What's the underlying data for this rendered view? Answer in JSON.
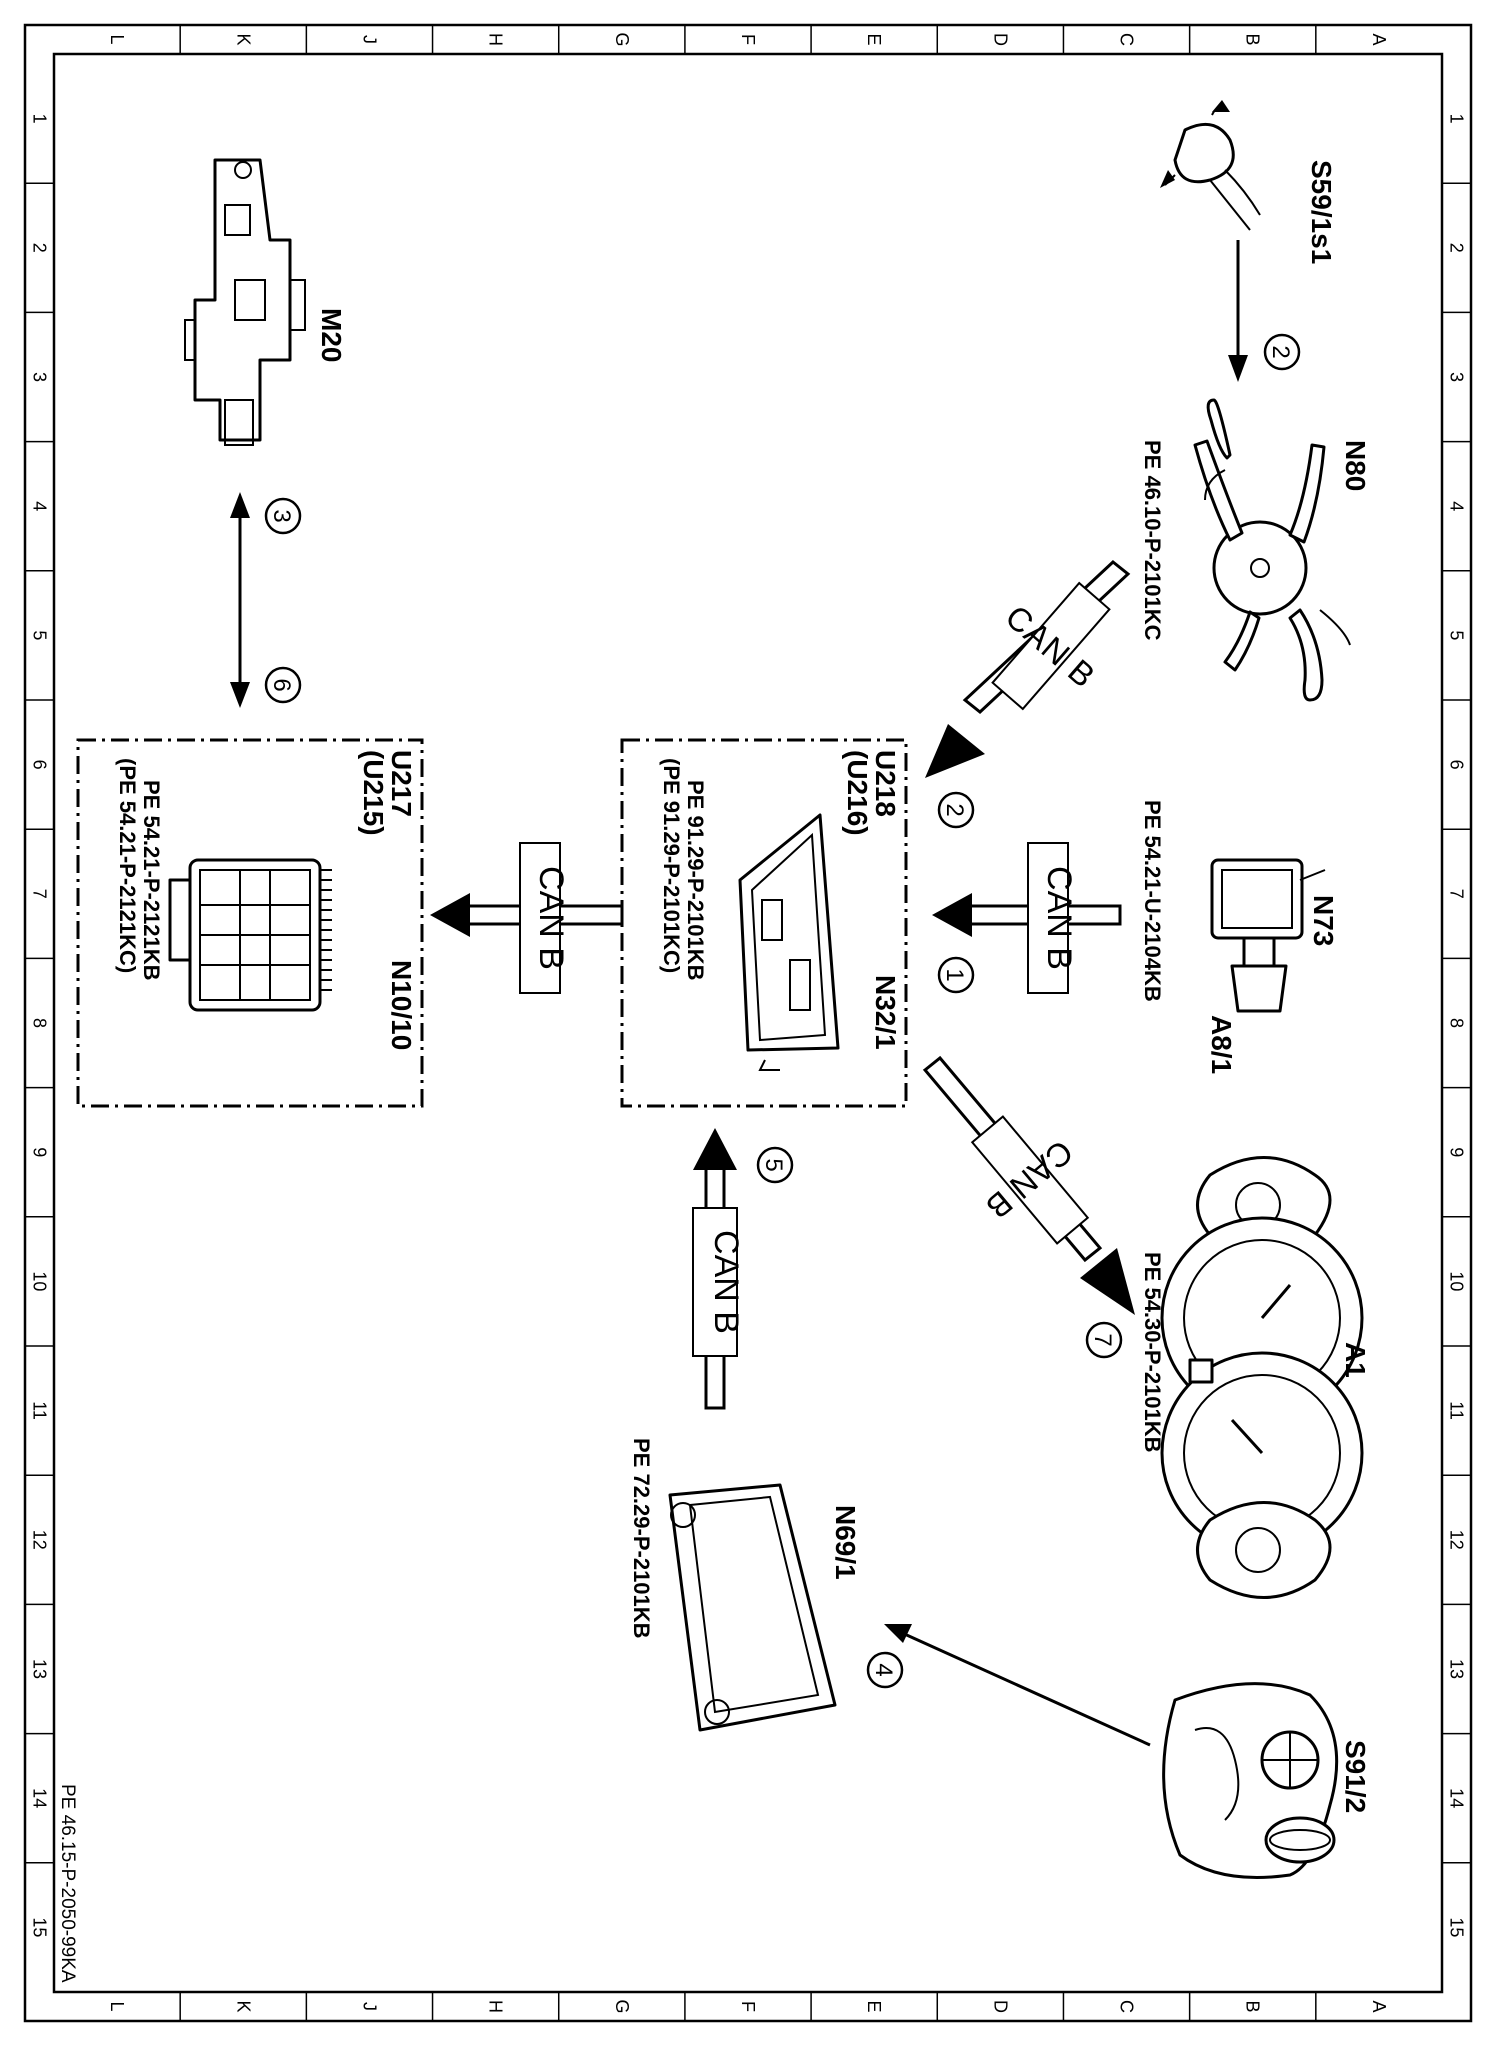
{
  "grid": {
    "letters": [
      "L",
      "K",
      "J",
      "H",
      "G",
      "F",
      "E",
      "D",
      "C",
      "B",
      "A"
    ],
    "numbers": [
      "1",
      "2",
      "3",
      "4",
      "5",
      "6",
      "7",
      "8",
      "9",
      "10",
      "11",
      "12",
      "13",
      "14",
      "15"
    ]
  },
  "components": {
    "s59": {
      "name": "S59/1s1"
    },
    "n80": {
      "name": "N80",
      "ref": "PE 46.10-P-2101KC"
    },
    "n73": {
      "name": "N73",
      "ref": "PE 54.21-U-2104KB"
    },
    "a8": {
      "name": "A8/1"
    },
    "a1": {
      "name": "A1",
      "ref": "PE 54.30-P-2101KB"
    },
    "s91": {
      "name": "S91/2"
    },
    "n69": {
      "name": "N69/1",
      "ref": "PE 72.29-P-2101KB"
    },
    "n32": {
      "name": "N32/1",
      "variant_a": "U218",
      "variant_b": "(U216)",
      "ref_a": "PE  91.29-P-2101KB",
      "ref_b": "(PE  91.29-P-2101KC)"
    },
    "n10": {
      "name": "N10/10",
      "variant_a": "U217",
      "variant_b": "(U215)",
      "ref_a": "PE  54.21-P-2121KB",
      "ref_b": "(PE  54.21-P-2121KC)"
    },
    "m20": {
      "name": "M20"
    }
  },
  "bus_label": "CAN B",
  "steps": [
    "1",
    "2",
    "2",
    "3",
    "4",
    "5",
    "6",
    "7"
  ],
  "footer": "PE 46.15-P-2050-99KA"
}
